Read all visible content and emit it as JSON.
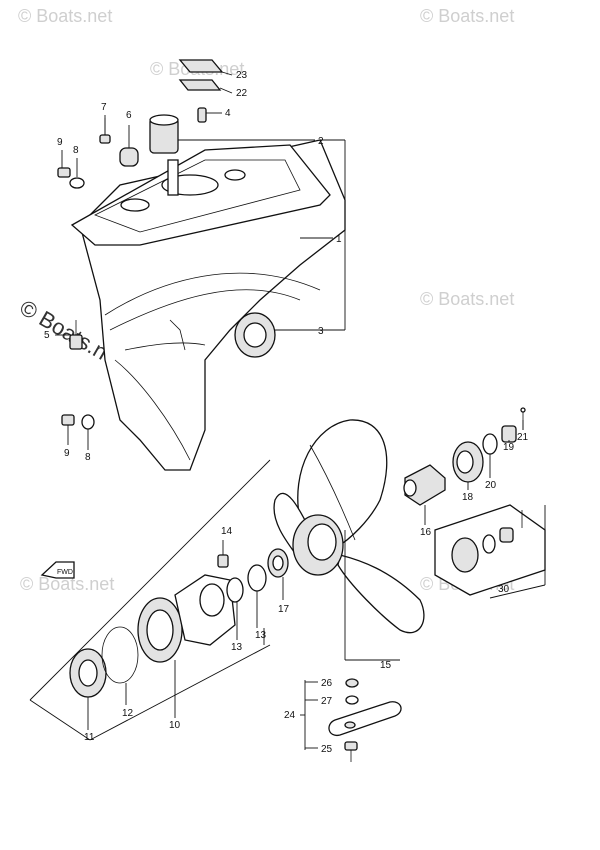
{
  "watermark": {
    "small_text": "© Boats.net",
    "large_text": "© Boats.net"
  },
  "arrow_label": "FWD",
  "callouts": {
    "p1": "1",
    "p2": "2",
    "p3": "3",
    "p4": "4",
    "p5": "5",
    "p6": "6",
    "p7": "7",
    "p8a": "8",
    "p8b": "8",
    "p9a": "9",
    "p9b": "9",
    "p10": "10",
    "p11": "11",
    "p12": "12",
    "p13a": "13",
    "p13b": "13",
    "p14": "14",
    "p15": "15",
    "p16": "16",
    "p17": "17",
    "p18": "18",
    "p19": "19",
    "p20": "20",
    "p21": "21",
    "p22": "22",
    "p23": "23",
    "p24": "24",
    "p25": "25",
    "p26": "26",
    "p27": "27",
    "p30": "30"
  }
}
